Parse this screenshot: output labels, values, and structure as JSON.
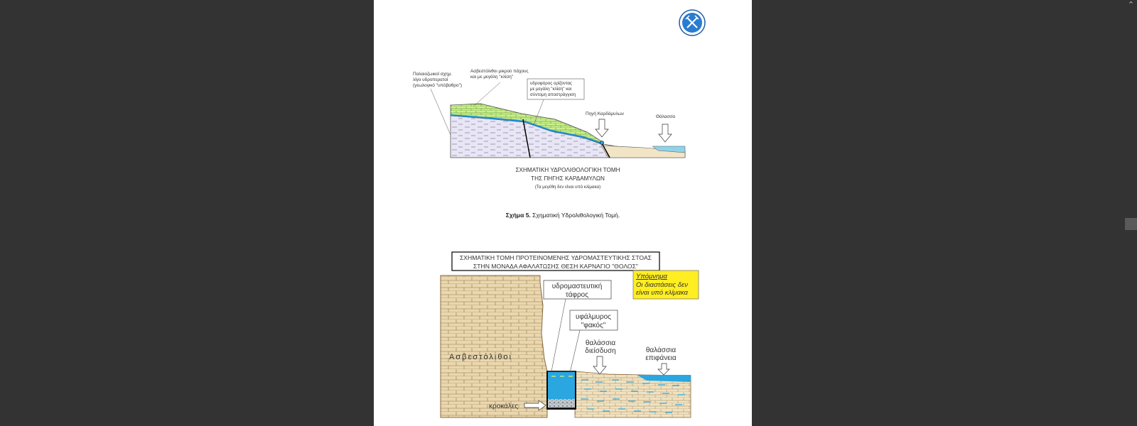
{
  "figure1": {
    "labels": {
      "paleozoic": [
        "Παλαιοζωικοί σχημ.",
        "λίγο υδροπερατοί",
        "(γεωλογικό \"υπόβαθρο\")"
      ],
      "limestone": [
        "Ασβεστόλιθοι μικρού πάχους",
        "και με μεγάλη \"κλίση\""
      ],
      "aquifer": [
        "υδροφόρος ορίζοντας",
        "με μεγάλη \"κλίση\" και",
        "σύντομη αποστράγγιση"
      ],
      "spring": "Πηγή Καρδάμυλων",
      "sea": "Θάλασσα"
    },
    "title_lines": [
      "ΣΧΗΜΑΤΙΚΗ ΥΔΡΟΛΙΘΟΛΟΓΙΚΗ ΤΟΜΗ",
      "ΤΗΣ ΠΗΓΗΣ ΚΑΡΔΑΜΥΛΩΝ"
    ],
    "scale_note": "(Τα μεγέθη δεν είναι υπό κλίμακα)"
  },
  "caption": {
    "bold": "Σχήμα 5.",
    "text": "Σχηματική Υδρολιθολογική Τομή."
  },
  "figure2": {
    "title_lines": [
      "ΣΧΗΜΑΤΙΚΗ ΤΟΜΗ ΠΡΟΤΕΙΝΟΜΕΝΗΣ ΥΔΡΟΜΑΣΤΕΥΤΙΚΗΣ ΣΤΟΑΣ",
      "ΣΤΗΝ ΜΟΝΑΔΑ ΑΦΑΛΑΤΩΣΗΣ ΘΕΣΗ ΚΑΡΝΑΓΙΟ \"ΘΟΛΟΣ\""
    ],
    "legend_title": "Υπόμνημα",
    "legend_lines": [
      "Οι διαστάσεις δεν",
      "είναι υπό κλίμακα"
    ],
    "trench": [
      "υδρομαστευτική",
      "τάφρος"
    ],
    "brackish": [
      "υφάλμυρος",
      "\"φακός\""
    ],
    "intrusion": [
      "θαλάσσια",
      "διείσδυση"
    ],
    "sea_surface": [
      "θαλάσσια",
      "επιφάνεια"
    ],
    "limestones": "Ασβεστόλιθοι",
    "gravel": "κροκάλες"
  },
  "colors": {
    "background": "#333333",
    "page": "#ffffff",
    "green_layer": "#c8f08c",
    "purple_layer": "#e8e6f6",
    "water_blue": "#2aa6e0",
    "sand": "#ead7ae",
    "legend_yellow": "#ffee22"
  },
  "icons": {
    "logo": "mining-emblem-icon",
    "scroll_up": "chevron-up-icon"
  }
}
